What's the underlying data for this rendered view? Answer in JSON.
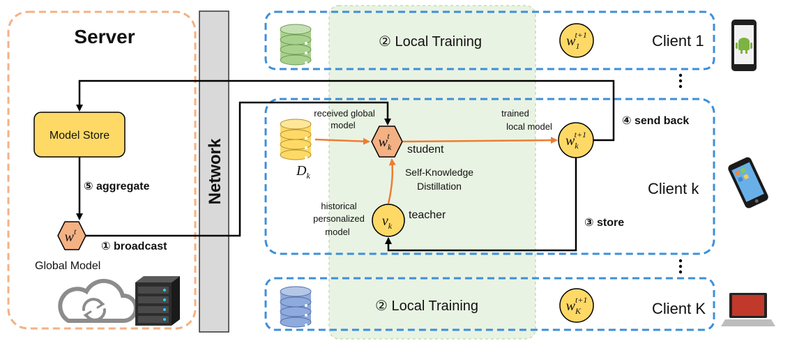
{
  "server": {
    "title": "Server",
    "model_store": "Model Store",
    "aggregate_step": "⑤ aggregate",
    "broadcast_step": "① broadcast",
    "global_model_label": "Global Model",
    "global_weight": {
      "base": "w",
      "sup": "t"
    }
  },
  "network": {
    "label": "Network"
  },
  "clients": {
    "client_1": {
      "label": "Client 1",
      "step": "② Local Training",
      "weight": {
        "base": "w",
        "sub": "1",
        "sup": "t+1"
      }
    },
    "client_k": {
      "label": "Client k",
      "dataset": {
        "base": "D",
        "sub": "k"
      },
      "received_line1": "received global",
      "received_line2": "model",
      "student": "student",
      "teacher": "teacher",
      "student_weight": {
        "base": "w",
        "sub": "k",
        "sup": "t"
      },
      "trained_weight": {
        "base": "w",
        "sub": "k",
        "sup": "t+1"
      },
      "teacher_weight": {
        "base": "v",
        "sub": "k"
      },
      "trained_line1": "trained",
      "trained_line2": "local model",
      "skd_line1": "Self-Knowledge",
      "skd_line2": "Distillation",
      "hist_line1": "historical",
      "hist_line2": "personalized",
      "hist_line3": "model",
      "send_back_step": "④ send back",
      "store_step": "③ store"
    },
    "client_K": {
      "label": "Client K",
      "step": "② Local Training",
      "weight": {
        "base": "w",
        "sub": "K",
        "sup": "t+1"
      }
    }
  },
  "colors": {
    "server_border": "#f4b183",
    "client_border": "#3d8fd9",
    "train_region": "#e2efd9",
    "model_store_fill": "#ffd966",
    "hexagon_fill": "#f4b183",
    "circle_fill": "#ffd966",
    "orange_arrow": "#ed7d31",
    "db_green": "#a9d18e",
    "db_yellow": "#ffd966",
    "db_blue": "#8faadc"
  }
}
